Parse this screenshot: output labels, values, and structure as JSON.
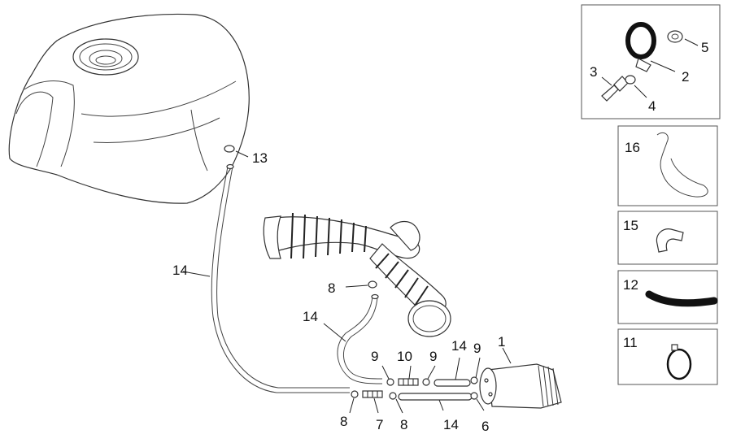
{
  "callouts": {
    "c1": "1",
    "c2": "2",
    "c3": "3",
    "c4": "4",
    "c5": "5",
    "c6": "6",
    "c7": "7",
    "c8a": "8",
    "c8b": "8",
    "c8c": "8",
    "c9a": "9",
    "c9b": "9",
    "c9c": "9",
    "c10": "10",
    "c11": "11",
    "c12": "12",
    "c13": "13",
    "c14a": "14",
    "c14b": "14",
    "c14c": "14",
    "c14d": "14",
    "c15": "15",
    "c16": "16"
  },
  "colors": {
    "line": "#333333",
    "hose_black": "#111111",
    "background": "#ffffff"
  }
}
